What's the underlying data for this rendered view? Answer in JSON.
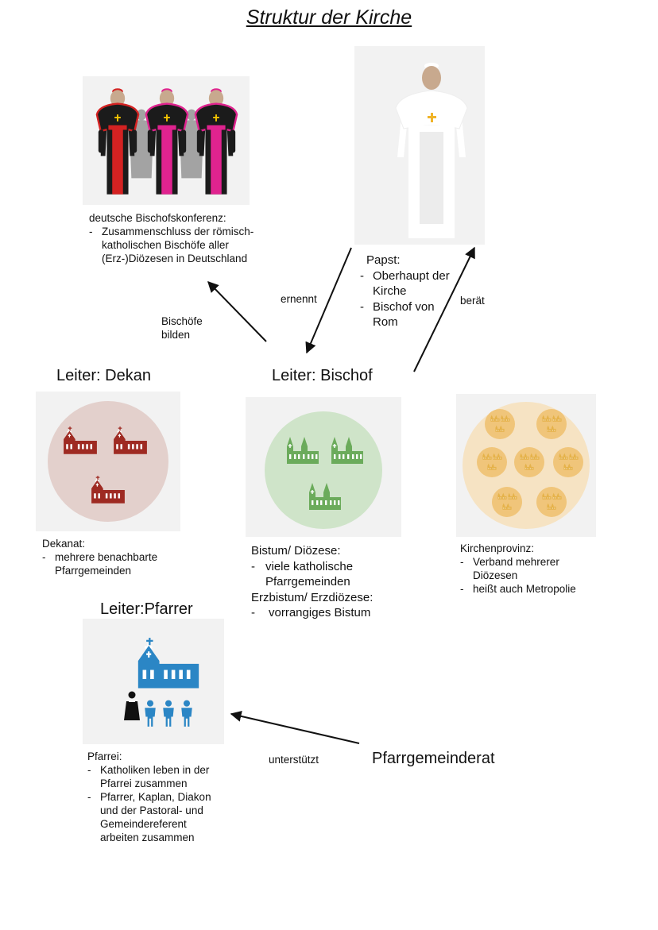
{
  "title": "Struktur der Kirche",
  "colors": {
    "dekanat": "#9e2a22",
    "dekanat_bg": "#e3d0cc",
    "bistum": "#6bab5b",
    "bistum_bg": "#cfe4c9",
    "provinz": "#e5b24a",
    "provinz_bg": "#f6e3c3",
    "pfarrei": "#2b86c5",
    "bischof_red": "#d42222",
    "bischof_pink": "#e0238f"
  },
  "bischofskonferenz": {
    "label": "deutsche Bischofskonferenz:",
    "items": [
      "Zusammenschluss der römisch-katholischen Bischöfe aller (Erz-)Diözesen in Deutschland"
    ]
  },
  "papst": {
    "label": "Papst:",
    "items": [
      "Oberhaupt der Kirche",
      "Bischof von Rom"
    ]
  },
  "arrows": {
    "bischoefe_bilden": "Bischöfe bilden",
    "ernennt": "ernennt",
    "beraet": "berät",
    "unterstuetzt": "unterstützt"
  },
  "dekanat": {
    "heading": "Leiter: Dekan",
    "label": "Dekanat:",
    "items": [
      "mehrere benachbarte Pfarrgemeinden"
    ]
  },
  "bistum": {
    "heading": "Leiter: Bischof",
    "label": "Bistum/ Diözese:",
    "items": [
      "viele katholische Pfarrgemeinden"
    ],
    "label2": "Erzbistum/ Erzdiözese:",
    "items2": [
      "vorrangiges Bistum"
    ]
  },
  "provinz": {
    "label": "Kirchenprovinz:",
    "items": [
      "Verband mehrerer Diözesen",
      "heißt auch Metropolie"
    ]
  },
  "pfarrei": {
    "heading": "Leiter:Pfarrer",
    "label": "Pfarrei:",
    "items": [
      "Katholiken leben in der Pfarrei zusammen",
      "Pfarrer, Kaplan, Diakon und der Pastoral- und Gemeindereferent arbeiten zusammen"
    ]
  },
  "pfarrgemeinderat": "Pfarrgemeinderat"
}
